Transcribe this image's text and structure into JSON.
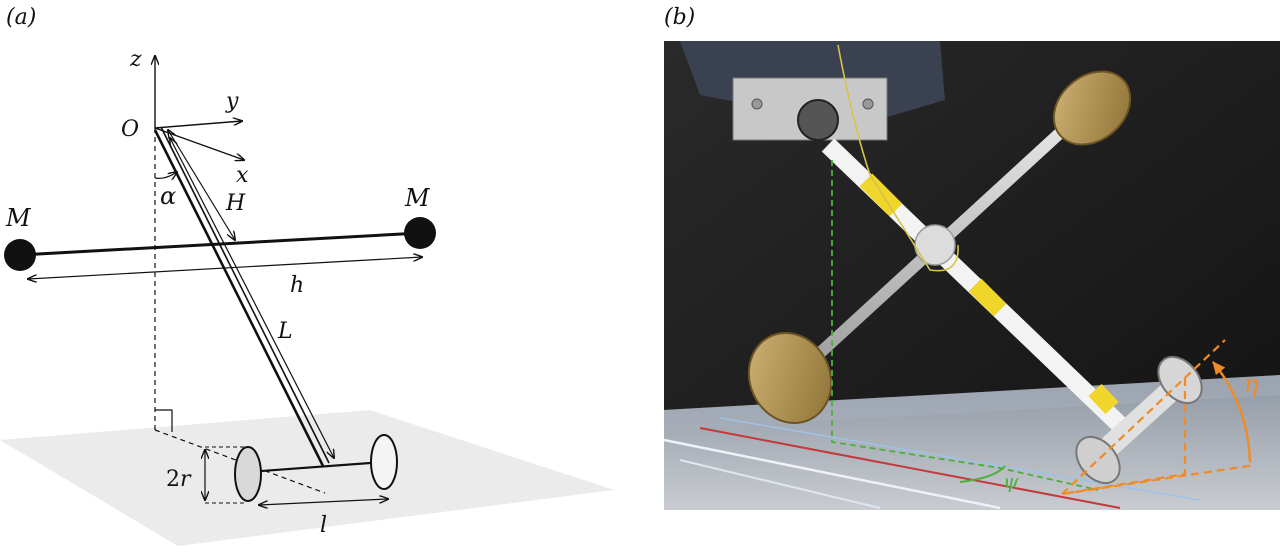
{
  "panels": {
    "a": {
      "label": "(a)"
    },
    "b": {
      "label": "(b)"
    }
  },
  "diagram": {
    "axes": {
      "z": "z",
      "y": "y",
      "x": "x",
      "origin": "O"
    },
    "masses": {
      "left": "M",
      "right": "M"
    },
    "labels": {
      "alpha": "α",
      "H": "H",
      "h": "h",
      "L": "L",
      "radius_num": "2",
      "radius_var": "r",
      "wheel_sep": "l"
    }
  },
  "photo": {
    "labels": {
      "eta": "η",
      "psi": "ψ"
    },
    "colors": {
      "eta_marker": "#f08a24",
      "psi_marker": "#4caf3e"
    }
  }
}
